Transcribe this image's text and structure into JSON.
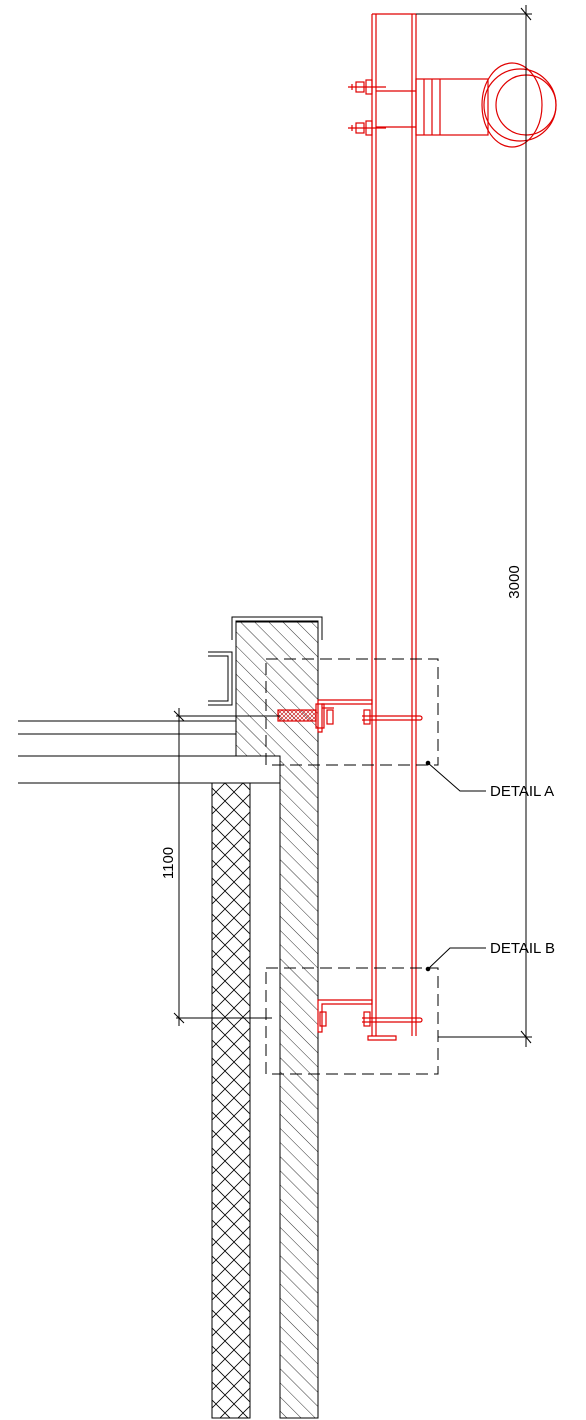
{
  "colors": {
    "background": "#ffffff",
    "structure_line": "#000000",
    "pipe_line": "#e00000",
    "hatch": "#000000"
  },
  "dimensions": {
    "overall_height": "3000",
    "bracket_spacing": "1100"
  },
  "callouts": {
    "detail_a": "DETAIL A",
    "detail_b": "DETAIL B"
  }
}
